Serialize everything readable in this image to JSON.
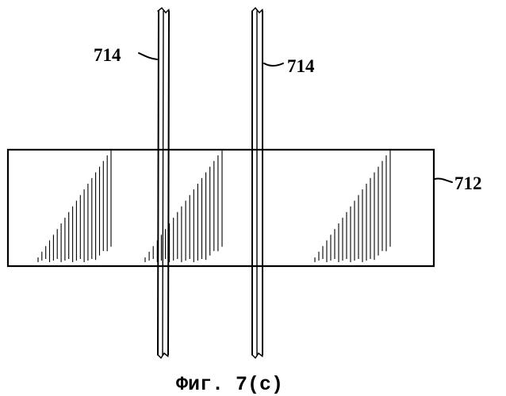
{
  "figure": {
    "caption": "Фиг. 7(c)",
    "labels": {
      "tube_left": "714",
      "tube_right": "714",
      "plate": "712"
    }
  }
}
